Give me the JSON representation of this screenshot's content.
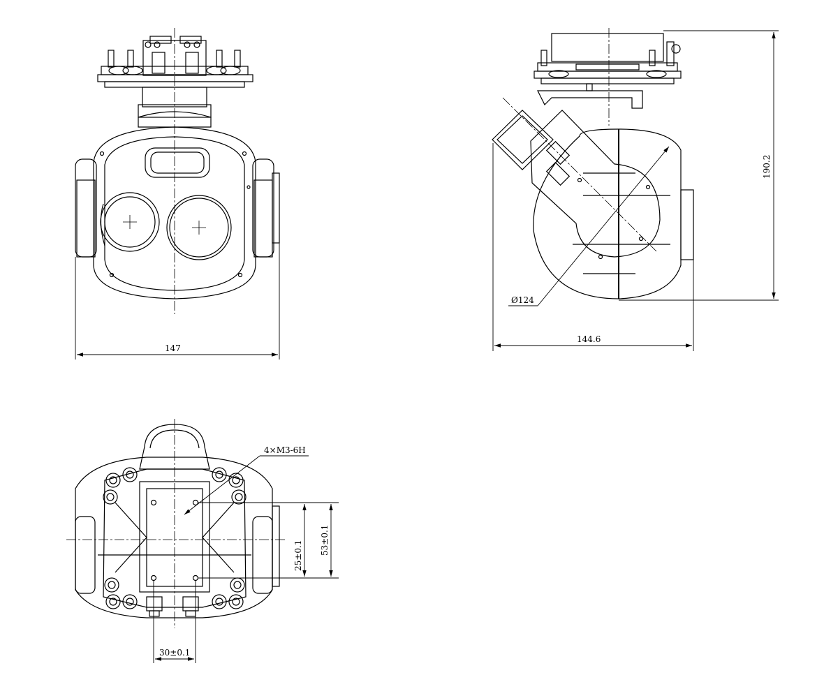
{
  "drawing": {
    "colors": {
      "line": "#000000",
      "background": "#ffffff"
    },
    "front_view": {
      "width_dimension": "147"
    },
    "side_view": {
      "depth_dimension": "144.6",
      "height_dimension": "190.2",
      "ball_diameter": "Ø124"
    },
    "bottom_view": {
      "thread_callout": "4×M3-6H",
      "hole_spacing_short": "25±0.1",
      "hole_spacing_long": "53±0.1",
      "hole_spacing_width": "30±0.1"
    }
  }
}
